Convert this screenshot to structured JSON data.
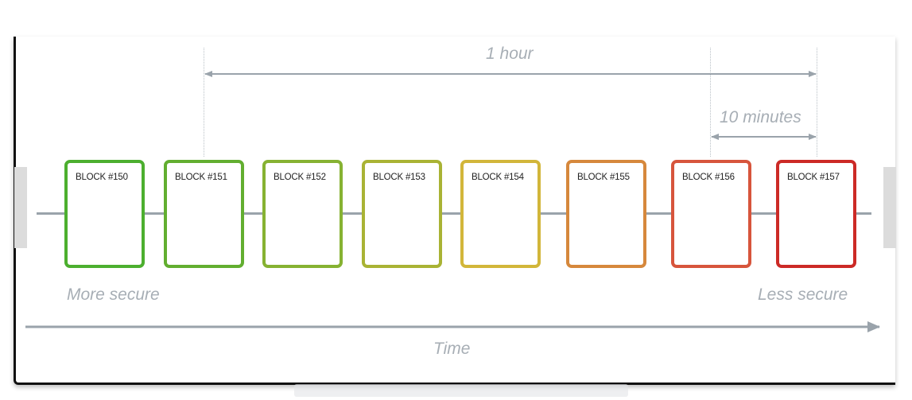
{
  "diagram": {
    "blocks": [
      {
        "label": "BLOCK #150",
        "color": "#4caf2f"
      },
      {
        "label": "BLOCK #151",
        "color": "#62ae30"
      },
      {
        "label": "BLOCK #152",
        "color": "#86b232"
      },
      {
        "label": "BLOCK #153",
        "color": "#a9b334"
      },
      {
        "label": "BLOCK #154",
        "color": "#d2b63a"
      },
      {
        "label": "BLOCK #155",
        "color": "#d6883c"
      },
      {
        "label": "BLOCK #156",
        "color": "#d7553c"
      },
      {
        "label": "BLOCK #157",
        "color": "#cc2a26"
      }
    ],
    "interval_long": "1 hour",
    "interval_short": "10 minutes",
    "more_secure": "More secure",
    "less_secure": "Less secure",
    "time_label": "Time"
  }
}
